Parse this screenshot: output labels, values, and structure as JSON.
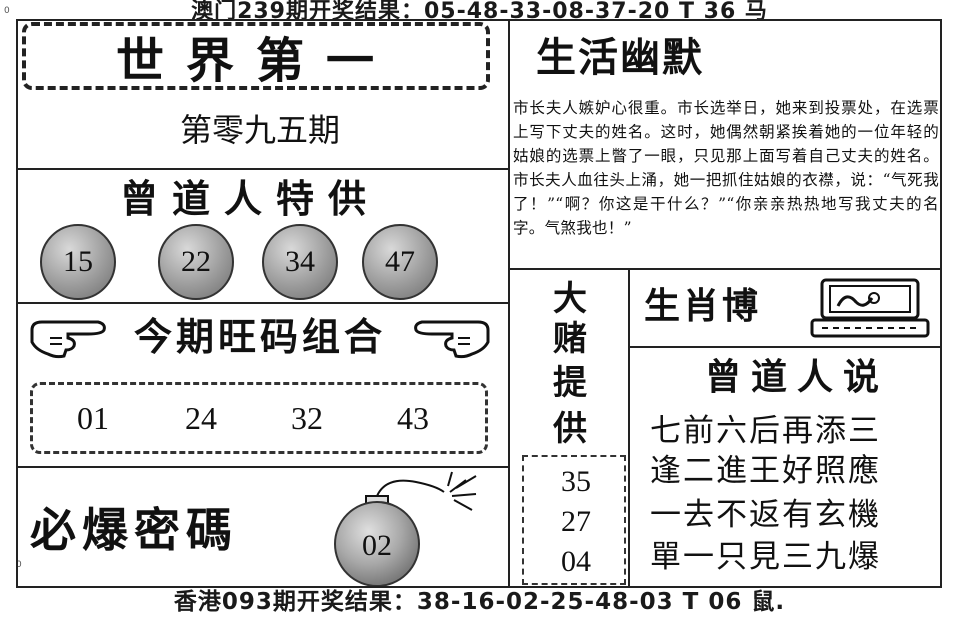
{
  "top_banner": "澳门239期开奖结果：05-48-33-08-37-20 T 36 马",
  "bottom_banner": "香港093期开奖结果：38-16-02-25-48-03 T 06 鼠.",
  "corner_marks": {
    "top": "0",
    "bottom": "0"
  },
  "title": "世界第一",
  "issue": "第零九五期",
  "special": {
    "heading": "曾道人特供",
    "balls": [
      "15",
      "22",
      "34",
      "47"
    ]
  },
  "combo": {
    "heading": "今期旺码组合",
    "numbers": [
      "01",
      "24",
      "32",
      "43"
    ]
  },
  "secret": {
    "heading": "必爆密碼",
    "bomb_number": "02"
  },
  "humor": {
    "heading": "生活幽默",
    "text": "市长夫人嫉妒心很重。市长选举日，她来到投票处，在选票上写下丈夫的姓名。这时，她偶然朝紧挨着她的一位年轻的姑娘的选票上瞥了一眼，只见那上面写着自己丈夫的姓名。市长夫人血往头上涌，她一把抓住姑娘的衣襟，说：“气死我了！”“啊？你这是干什么？”“你亲亲热热地写我丈夫的名字。气煞我也！”"
  },
  "big_tip": {
    "chars": [
      "大",
      "赌",
      "提",
      "供"
    ],
    "numbers": [
      "35",
      "27",
      "04"
    ]
  },
  "zodiac_heading": "生肖博",
  "saying": {
    "heading": "曾道人说",
    "lines": [
      "七前六后再添三",
      "逢二進王好照應",
      "一去不返有玄機",
      "單一只見三九爆"
    ]
  }
}
